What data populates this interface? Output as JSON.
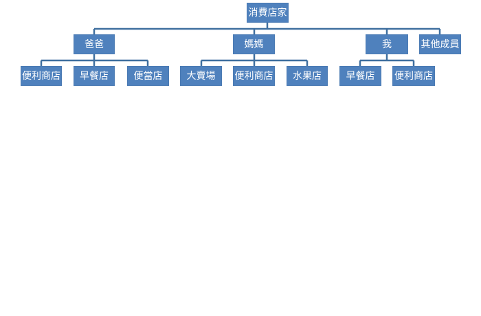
{
  "org_chart": {
    "root": {
      "label": "消費店家",
      "children": [
        {
          "label": "爸爸",
          "children": [
            {
              "label": "便利商店"
            },
            {
              "label": "早餐店"
            },
            {
              "label": "便當店"
            }
          ]
        },
        {
          "label": "媽媽",
          "children": [
            {
              "label": "大賣場"
            },
            {
              "label": "便利商店"
            },
            {
              "label": "水果店"
            }
          ]
        },
        {
          "label": "我",
          "children": [
            {
              "label": "早餐店"
            },
            {
              "label": "便利商店"
            }
          ]
        },
        {
          "label": "其他成員"
        }
      ]
    }
  },
  "colors": {
    "node_fill": "#4f81bd",
    "node_text": "#ffffff",
    "connector": "#3f6f9f"
  }
}
